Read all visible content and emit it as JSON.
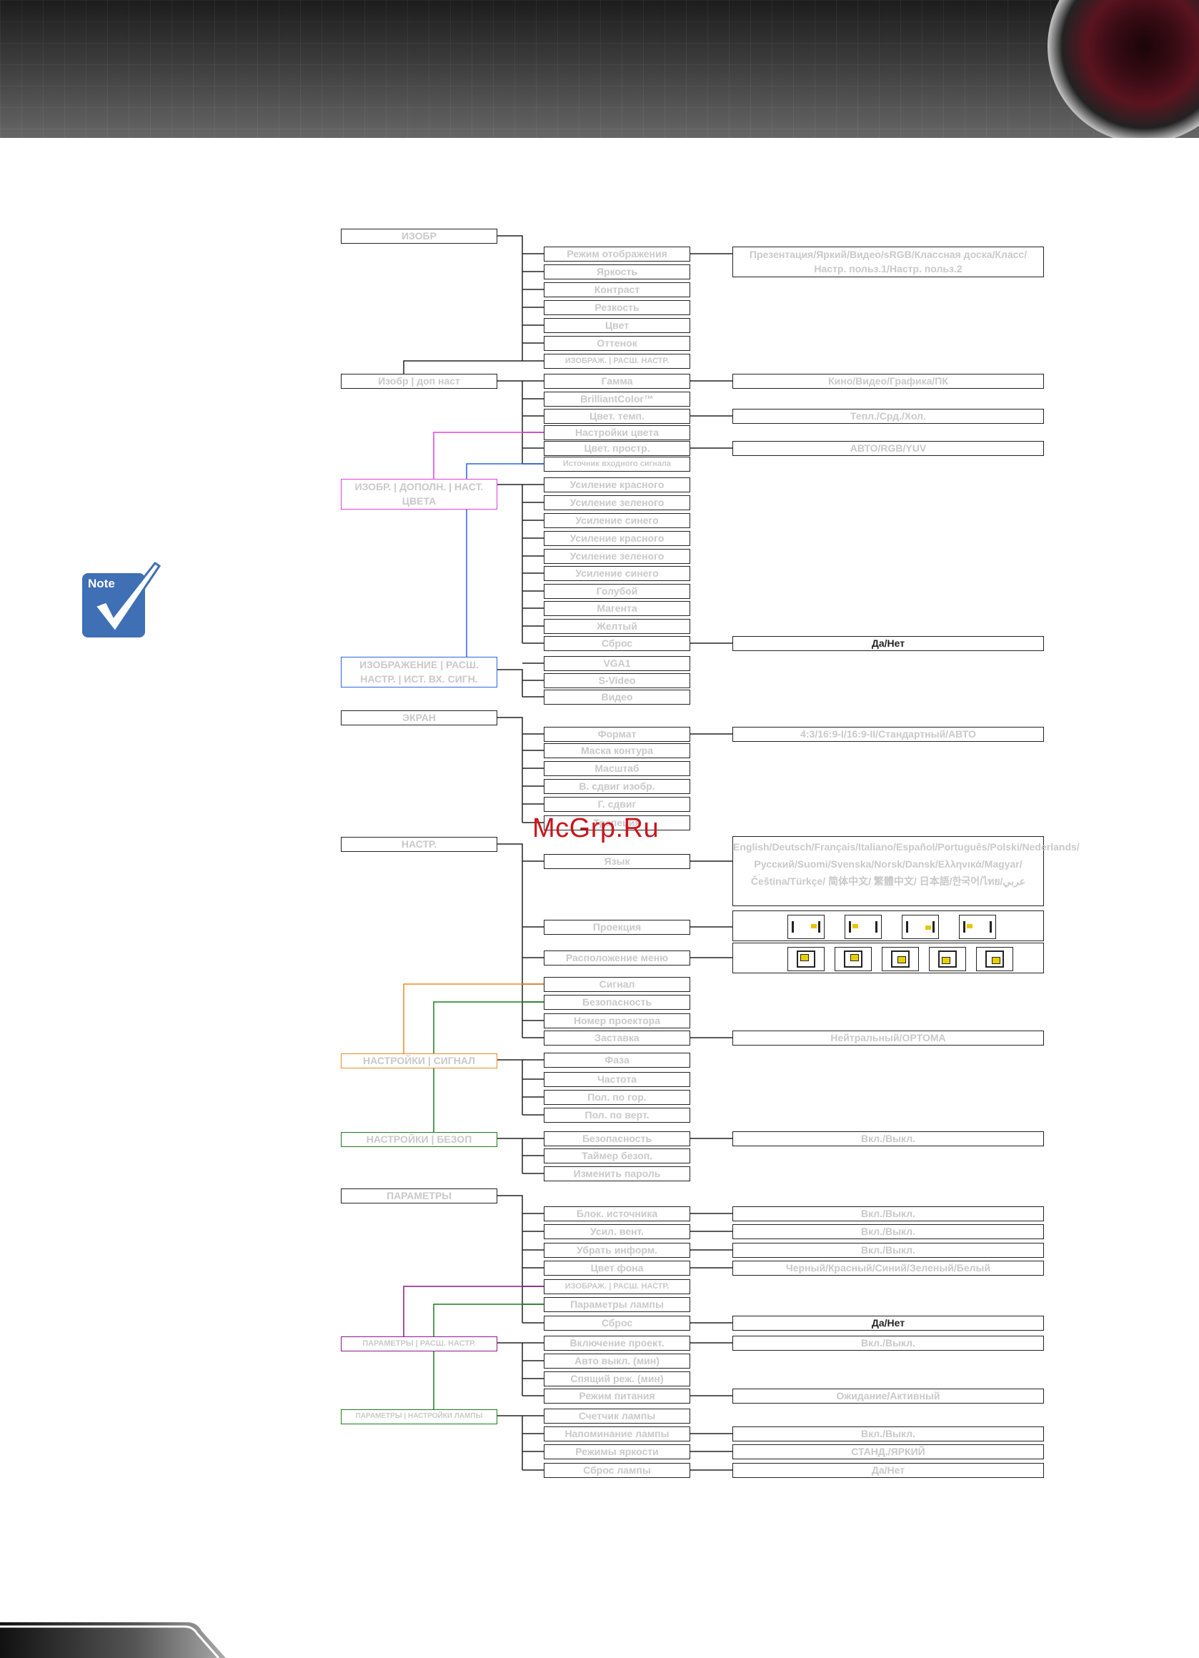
{
  "colors": {
    "border": "#222222",
    "text_gray": "#c9c9c9",
    "magenta": "#e040e0",
    "blue": "#2b63e0",
    "orange": "#f08a24",
    "green": "#1e7d1e",
    "purple": "#8a1a8a",
    "note_blue": "#3f6fb5"
  },
  "watermark": "McGrp.Ru",
  "note_icon": {
    "label": "Note",
    "icon": "check-icon"
  },
  "menu": {
    "image": "ИЗОБР",
    "image_items": [
      "Режим отображения",
      "Яркость",
      "Контраст",
      "Резкость",
      "Цвет",
      "Оттенок",
      "ИЗОБРАЖ. | РАСШ. НАСТР."
    ],
    "display_mode_values": "Презентация/Яркий/Видео/sRGB/Классная доска/Класс/Настр. польз.1/Настр. польз.2",
    "advanced": "Изобр | доп наст",
    "advanced_items": [
      "Гамма",
      "BrilliantColor™",
      "Цвет. темп.",
      "Настройки цвета",
      "Цвет. простр.",
      "Источник входного сигнала"
    ],
    "gamma_values": "Кино/Видео/Графика/ПК",
    "color_temp_values": "Тепл./Срд./Хол.",
    "color_space_values": "АВТО/RGB/YUV",
    "color_settings": "ИЗОБР. | ДОПОЛН. | НАСТ. ЦВЕТА",
    "color_items": [
      "Усиление красного",
      "Усиление зеленого",
      "Усиление синего",
      "Усиление красного",
      "Усиление зеленого",
      "Усиление синего",
      "Голубой",
      "Магента",
      "Желтый",
      "Сброс"
    ],
    "reset_values": "Да/Нет",
    "input_source": "ИЗОБРАЖЕНИЕ | РАСШ. НАСТР. | ИСТ. ВХ. СИГН.",
    "input_items": [
      "VGA1",
      "S-Video",
      "Видео"
    ],
    "screen": "ЭКРАН",
    "screen_items": [
      "Формат",
      "Маска контура",
      "Масштаб",
      "В. сдвиг изобр.",
      "Г. сдвиг",
      "Трапеция"
    ],
    "format_values": "4:3/16:9-I/16:9-II/Стандартный/АВТО",
    "setup": "НАСТР.",
    "setup_items": [
      "Язык",
      "Проекция",
      "Расположение меню",
      "Сигнал",
      "Безопасность",
      "Номер проектора",
      "Заставка"
    ],
    "languages": "English/Deutsch/Français/Italiano/Español/Português/Polski/Nederlands/Русский/Suomi/Svenska/Norsk/Dansk/Ελληνικά/Magyar/ Čeština/Türkçe/ 简体中文/ 繁體中文/ 日本語/한국어/ไทย/عربي",
    "logo_values": "Нейтральный/OPTOMA",
    "signal": "НАСТРОЙКИ | СИГНАЛ",
    "signal_items": [
      "Фаза",
      "Частота",
      "Пол. по гор.",
      "Пол. по верт."
    ],
    "security": "НАСТРОЙКИ | БЕЗОП",
    "security_items": [
      "Безопасность",
      "Таймер безоп.",
      "Изменить пароль"
    ],
    "on_off": "Вкл./Выкл.",
    "options": "ПАРАМЕТРЫ",
    "options_items": [
      "Блок. источника",
      "Усил. вент.",
      "Убрать информ.",
      "Цвет фона",
      "ИЗОБРАЖ. | РАСШ. НАСТР.",
      "Параметры лампы",
      "Сброс"
    ],
    "background_values": "Черный/Красный/Синий/Зеленый/Белый",
    "options_adv": "ПАРАМЕТРЫ | РАСШ. НАСТР.",
    "options_adv_items": [
      "Включение проект.",
      "Авто выкл. (мин)",
      "Спящий реж. (мин)",
      "Режим питания"
    ],
    "power_values": "Ожидание/Активный",
    "lamp": "ПАРАМЕТРЫ | НАСТРОЙКИ ЛАМПЫ",
    "lamp_items": [
      "Счетчик лампы",
      "Напоминание лампы",
      "Режимы яркости",
      "Сброс лампы"
    ],
    "brightness_values": "СТАНД./ЯРКИЙ"
  }
}
